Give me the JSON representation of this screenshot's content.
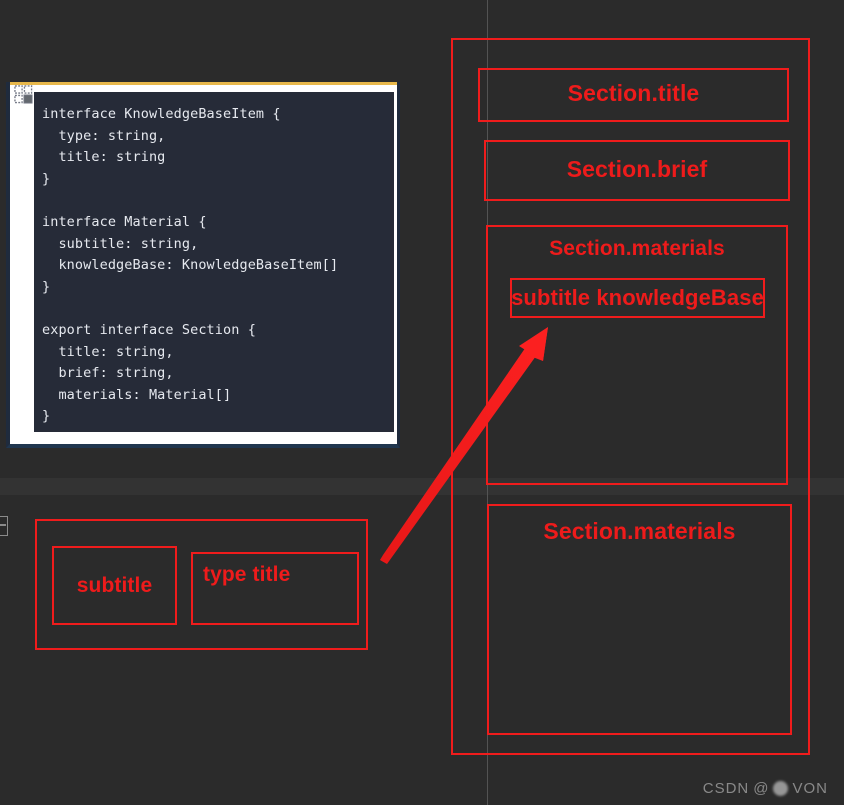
{
  "editor": {
    "icon": "move-resize-handle-icon",
    "language": "typescript",
    "code": "interface KnowledgeBaseItem {\n  type: string,\n  title: string\n}\n\ninterface Material {\n  subtitle: string,\n  knowledgeBase: KnowledgeBaseItem[]\n}\n\nexport interface Section {\n  title: string,\n  brief: string,\n  materials: Material[]\n}"
  },
  "annotations": {
    "accent_color": "#ee1b1b",
    "right_panel": {
      "title_box": "Section.title",
      "brief_box": "Section.brief",
      "materials_box_1": "Section.materials",
      "sub_kb_box": "subtitle knowledgeBase",
      "materials_box_2": "Section.materials"
    },
    "bottom_panel": {
      "subtitle_box": "subtitle",
      "type_title_box": "type\ntitle"
    }
  },
  "watermark": {
    "prefix": "CSDN",
    "at": "@",
    "suffix": "VON"
  },
  "colors": {
    "background": "#2b2b2b",
    "band": "#333333",
    "code_background": "#262b38",
    "code_text": "#e6e9ef",
    "editor_border": "#ffffff",
    "editor_accent": "#e8b84b",
    "annotation_red": "#f01c1c"
  }
}
